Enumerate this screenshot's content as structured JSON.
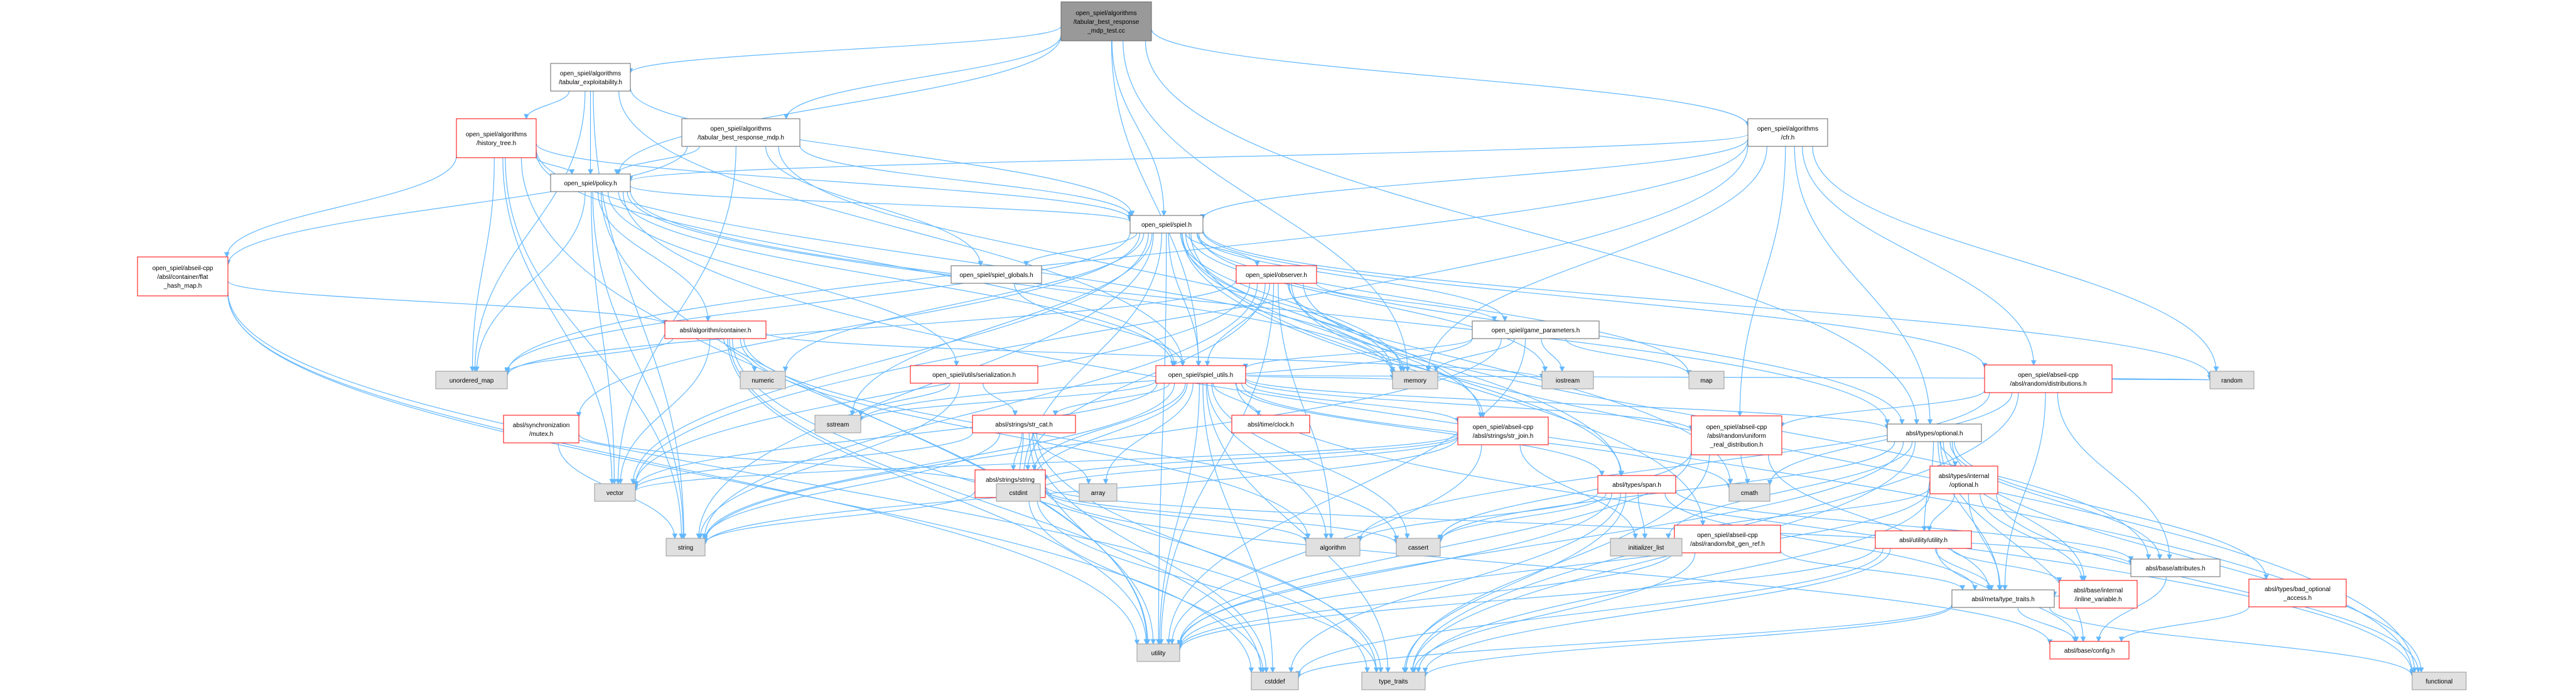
{
  "colors": {
    "edge": "#63b8ff",
    "root_fill": "#999999",
    "default_fill": "#ffffff",
    "default_stroke": "#666666",
    "incomplete_stroke": "#ff0000",
    "system_fill": "#e0e0e0",
    "system_stroke": "#999999",
    "text": "#000000"
  },
  "nodes": [
    {
      "id": "root",
      "kind": "root",
      "lines": [
        "open_spiel/algorithms",
        "/tabular_best_response",
        "_mdp_test.cc"
      ]
    },
    {
      "id": "tab_expl",
      "kind": "default",
      "lines": [
        "open_spiel/algorithms",
        "/tabular_exploitability.h"
      ]
    },
    {
      "id": "tab_brmdp",
      "kind": "default",
      "lines": [
        "open_spiel/algorithms",
        "/tabular_best_response_mdp.h"
      ]
    },
    {
      "id": "cfr",
      "kind": "default",
      "lines": [
        "open_spiel/algorithms",
        "/cfr.h"
      ]
    },
    {
      "id": "history_tree",
      "kind": "incomplete",
      "lines": [
        "open_spiel/algorithms",
        "/history_tree.h"
      ]
    },
    {
      "id": "policy",
      "kind": "default",
      "lines": [
        "open_spiel/policy.h"
      ]
    },
    {
      "id": "spiel",
      "kind": "default",
      "lines": [
        "open_spiel/spiel.h"
      ]
    },
    {
      "id": "flat_hash_map",
      "kind": "incomplete",
      "lines": [
        "open_spiel/abseil-cpp",
        "/absl/container/flat",
        "_hash_map.h"
      ]
    },
    {
      "id": "spiel_globals",
      "kind": "default",
      "lines": [
        "open_spiel/spiel_globals.h"
      ]
    },
    {
      "id": "observer",
      "kind": "incomplete",
      "lines": [
        "open_spiel/observer.h"
      ]
    },
    {
      "id": "algo_container",
      "kind": "incomplete",
      "lines": [
        "absl/algorithm/container.h"
      ]
    },
    {
      "id": "game_parameters",
      "kind": "default",
      "lines": [
        "open_spiel/game_parameters.h"
      ]
    },
    {
      "id": "serialization",
      "kind": "incomplete",
      "lines": [
        "open_spiel/utils/serialization.h"
      ]
    },
    {
      "id": "spiel_utils",
      "kind": "incomplete",
      "lines": [
        "open_spiel/spiel_utils.h"
      ]
    },
    {
      "id": "random_dist",
      "kind": "incomplete",
      "lines": [
        "open_spiel/abseil-cpp",
        "/absl/random/distributions.h"
      ]
    },
    {
      "id": "mutex",
      "kind": "incomplete",
      "lines": [
        "absl/synchronization",
        "/mutex.h"
      ]
    },
    {
      "id": "str_cat",
      "kind": "incomplete",
      "lines": [
        "absl/strings/str_cat.h"
      ]
    },
    {
      "id": "time_clock",
      "kind": "incomplete",
      "lines": [
        "absl/time/clock.h"
      ]
    },
    {
      "id": "str_join",
      "kind": "incomplete",
      "lines": [
        "open_spiel/abseil-cpp",
        "/absl/strings/str_join.h"
      ]
    },
    {
      "id": "uniform_real",
      "kind": "incomplete",
      "lines": [
        "open_spiel/abseil-cpp",
        "/absl/random/uniform",
        "_real_distribution.h"
      ]
    },
    {
      "id": "optional",
      "kind": "default",
      "lines": [
        "absl/types/optional.h"
      ]
    },
    {
      "id": "string_view",
      "kind": "incomplete",
      "lines": [
        "absl/strings/string",
        "_view.h"
      ]
    },
    {
      "id": "span",
      "kind": "incomplete",
      "lines": [
        "absl/types/span.h"
      ]
    },
    {
      "id": "internal_optional",
      "kind": "incomplete",
      "lines": [
        "absl/types/internal",
        "/optional.h"
      ]
    },
    {
      "id": "bit_gen_ref",
      "kind": "incomplete",
      "lines": [
        "open_spiel/abseil-cpp",
        "/absl/random/bit_gen_ref.h"
      ]
    },
    {
      "id": "utility_h",
      "kind": "incomplete",
      "lines": [
        "absl/utility/utility.h"
      ]
    },
    {
      "id": "attributes",
      "kind": "default",
      "lines": [
        "absl/base/attributes.h"
      ]
    },
    {
      "id": "type_traits_h",
      "kind": "default",
      "lines": [
        "absl/meta/type_traits.h"
      ]
    },
    {
      "id": "inline_variable",
      "kind": "incomplete",
      "lines": [
        "absl/base/internal",
        "/inline_variable.h"
      ]
    },
    {
      "id": "bad_optional",
      "kind": "incomplete",
      "lines": [
        "absl/types/bad_optional",
        "_access.h"
      ]
    },
    {
      "id": "config",
      "kind": "incomplete",
      "lines": [
        "absl/base/config.h"
      ]
    },
    {
      "id": "s_unordered_map",
      "kind": "system",
      "lines": [
        "unordered_map"
      ]
    },
    {
      "id": "s_numeric",
      "kind": "system",
      "lines": [
        "numeric"
      ]
    },
    {
      "id": "s_memory",
      "kind": "system",
      "lines": [
        "memory"
      ]
    },
    {
      "id": "s_iostream",
      "kind": "system",
      "lines": [
        "iostream"
      ]
    },
    {
      "id": "s_map",
      "kind": "system",
      "lines": [
        "map"
      ]
    },
    {
      "id": "s_random",
      "kind": "system",
      "lines": [
        "random"
      ]
    },
    {
      "id": "s_sstream",
      "kind": "system",
      "lines": [
        "sstream"
      ]
    },
    {
      "id": "s_vector",
      "kind": "system",
      "lines": [
        "vector"
      ]
    },
    {
      "id": "s_cstdint",
      "kind": "system",
      "lines": [
        "cstdint"
      ]
    },
    {
      "id": "s_array",
      "kind": "system",
      "lines": [
        "array"
      ]
    },
    {
      "id": "s_cmath",
      "kind": "system",
      "lines": [
        "cmath"
      ]
    },
    {
      "id": "s_string",
      "kind": "system",
      "lines": [
        "string"
      ]
    },
    {
      "id": "s_algorithm",
      "kind": "system",
      "lines": [
        "algorithm"
      ]
    },
    {
      "id": "s_cassert",
      "kind": "system",
      "lines": [
        "cassert"
      ]
    },
    {
      "id": "s_initializer_list",
      "kind": "system",
      "lines": [
        "initializer_list"
      ]
    },
    {
      "id": "s_utility",
      "kind": "system",
      "lines": [
        "utility"
      ]
    },
    {
      "id": "s_cstddef",
      "kind": "system",
      "lines": [
        "cstddef"
      ]
    },
    {
      "id": "s_type_traits",
      "kind": "system",
      "lines": [
        "type_traits"
      ]
    },
    {
      "id": "s_functional",
      "kind": "system",
      "lines": [
        "functional"
      ]
    }
  ],
  "edges": [
    [
      "root",
      "tab_expl"
    ],
    [
      "root",
      "tab_brmdp"
    ],
    [
      "root",
      "cfr"
    ],
    [
      "root",
      "policy"
    ],
    [
      "root",
      "spiel"
    ],
    [
      "root",
      "spiel_utils"
    ],
    [
      "root",
      "optional"
    ],
    [
      "root",
      "s_memory"
    ],
    [
      "tab_expl",
      "history_tree"
    ],
    [
      "tab_expl",
      "policy"
    ],
    [
      "tab_expl",
      "spiel"
    ],
    [
      "tab_expl",
      "spiel_utils"
    ],
    [
      "tab_expl",
      "s_unordered_map"
    ],
    [
      "tab_expl",
      "s_string"
    ],
    [
      "tab_brmdp",
      "flat_hash_map"
    ],
    [
      "tab_brmdp",
      "policy"
    ],
    [
      "tab_brmdp",
      "spiel"
    ],
    [
      "tab_brmdp",
      "spiel_globals"
    ],
    [
      "tab_brmdp",
      "s_memory"
    ],
    [
      "tab_brmdp",
      "s_vector"
    ],
    [
      "cfr",
      "policy"
    ],
    [
      "cfr",
      "spiel"
    ],
    [
      "cfr",
      "random_dist"
    ],
    [
      "cfr",
      "optional"
    ],
    [
      "cfr",
      "s_memory"
    ],
    [
      "cfr",
      "s_random"
    ],
    [
      "cfr",
      "s_vector"
    ],
    [
      "cfr",
      "s_unordered_map"
    ],
    [
      "cfr",
      "uniform_real"
    ],
    [
      "history_tree",
      "flat_hash_map"
    ],
    [
      "history_tree",
      "policy"
    ],
    [
      "history_tree",
      "spiel"
    ],
    [
      "history_tree",
      "spiel_utils"
    ],
    [
      "history_tree",
      "s_memory"
    ],
    [
      "history_tree",
      "s_string"
    ],
    [
      "history_tree",
      "s_utility"
    ],
    [
      "history_tree",
      "s_vector"
    ],
    [
      "history_tree",
      "s_unordered_map"
    ],
    [
      "policy",
      "algo_container"
    ],
    [
      "policy",
      "spiel"
    ],
    [
      "policy",
      "spiel_utils"
    ],
    [
      "policy",
      "serialization"
    ],
    [
      "policy",
      "optional"
    ],
    [
      "policy",
      "s_memory"
    ],
    [
      "policy",
      "s_string"
    ],
    [
      "policy",
      "s_unordered_map"
    ],
    [
      "policy",
      "s_utility"
    ],
    [
      "policy",
      "s_vector"
    ],
    [
      "policy",
      "s_functional"
    ],
    [
      "spiel",
      "spiel_globals"
    ],
    [
      "spiel",
      "observer"
    ],
    [
      "spiel",
      "game_parameters"
    ],
    [
      "spiel",
      "spiel_utils"
    ],
    [
      "spiel",
      "random_dist"
    ],
    [
      "spiel",
      "optional"
    ],
    [
      "spiel",
      "str_join"
    ],
    [
      "spiel",
      "span"
    ],
    [
      "spiel",
      "bit_gen_ref"
    ],
    [
      "spiel",
      "mutex"
    ],
    [
      "spiel",
      "s_memory"
    ],
    [
      "spiel",
      "s_iostream"
    ],
    [
      "spiel",
      "s_map"
    ],
    [
      "spiel",
      "s_random"
    ],
    [
      "spiel",
      "s_sstream"
    ],
    [
      "spiel",
      "s_vector"
    ],
    [
      "spiel",
      "s_string"
    ],
    [
      "spiel",
      "s_unordered_map"
    ],
    [
      "spiel",
      "s_numeric"
    ],
    [
      "spiel",
      "s_cstdint"
    ],
    [
      "spiel",
      "s_functional"
    ],
    [
      "spiel",
      "s_utility"
    ],
    [
      "spiel",
      "s_cmath"
    ],
    [
      "flat_hash_map",
      "algo_container"
    ],
    [
      "flat_hash_map",
      "s_cstddef"
    ],
    [
      "flat_hash_map",
      "s_type_traits"
    ],
    [
      "flat_hash_map",
      "s_utility"
    ],
    [
      "spiel_globals",
      "spiel_utils"
    ],
    [
      "observer",
      "game_parameters"
    ],
    [
      "observer",
      "spiel_utils"
    ],
    [
      "observer",
      "span"
    ],
    [
      "observer",
      "string_view"
    ],
    [
      "observer",
      "str_join"
    ],
    [
      "observer",
      "s_memory"
    ],
    [
      "observer",
      "s_string"
    ],
    [
      "observer",
      "s_vector"
    ],
    [
      "observer",
      "s_utility"
    ],
    [
      "observer",
      "s_unordered_map"
    ],
    [
      "observer",
      "s_algorithm"
    ],
    [
      "observer",
      "attributes"
    ],
    [
      "algo_container",
      "s_algorithm"
    ],
    [
      "algo_container",
      "s_cassert"
    ],
    [
      "algo_container",
      "s_iostream"
    ],
    [
      "algo_container",
      "s_type_traits"
    ],
    [
      "algo_container",
      "s_unordered_map"
    ],
    [
      "algo_container",
      "s_numeric"
    ],
    [
      "algo_container",
      "s_vector"
    ],
    [
      "algo_container",
      "s_utility"
    ],
    [
      "algo_container",
      "s_cstddef"
    ],
    [
      "game_parameters",
      "spiel_utils"
    ],
    [
      "game_parameters",
      "s_map"
    ],
    [
      "game_parameters",
      "s_memory"
    ],
    [
      "game_parameters",
      "s_iostream"
    ],
    [
      "game_parameters",
      "s_string"
    ],
    [
      "game_parameters",
      "s_sstream"
    ],
    [
      "game_parameters",
      "s_utility"
    ],
    [
      "serialization",
      "str_cat"
    ],
    [
      "serialization",
      "s_sstream"
    ],
    [
      "serialization",
      "s_string"
    ],
    [
      "spiel_utils",
      "str_cat"
    ],
    [
      "spiel_utils",
      "str_join"
    ],
    [
      "spiel_utils",
      "string_view"
    ],
    [
      "spiel_utils",
      "optional"
    ],
    [
      "spiel_utils",
      "span"
    ],
    [
      "spiel_utils",
      "time_clock"
    ],
    [
      "spiel_utils",
      "uniform_real"
    ],
    [
      "spiel_utils",
      "s_vector"
    ],
    [
      "spiel_utils",
      "s_cstdint"
    ],
    [
      "spiel_utils",
      "s_array"
    ],
    [
      "spiel_utils",
      "s_cmath"
    ],
    [
      "spiel_utils",
      "s_string"
    ],
    [
      "spiel_utils",
      "s_algorithm"
    ],
    [
      "spiel_utils",
      "s_cassert"
    ],
    [
      "spiel_utils",
      "s_utility"
    ],
    [
      "spiel_utils",
      "s_type_traits"
    ],
    [
      "spiel_utils",
      "s_functional"
    ],
    [
      "spiel_utils",
      "s_random"
    ],
    [
      "spiel_utils",
      "s_memory"
    ],
    [
      "spiel_utils",
      "s_sstream"
    ],
    [
      "spiel_utils",
      "s_cstddef"
    ],
    [
      "random_dist",
      "uniform_real"
    ],
    [
      "random_dist",
      "s_random"
    ],
    [
      "random_dist",
      "s_type_traits"
    ],
    [
      "random_dist",
      "s_cmath"
    ],
    [
      "random_dist",
      "s_algorithm"
    ],
    [
      "random_dist",
      "type_traits_h"
    ],
    [
      "random_dist",
      "attributes"
    ],
    [
      "mutex",
      "s_cstdint"
    ],
    [
      "mutex",
      "s_string"
    ],
    [
      "str_cat",
      "string_view"
    ],
    [
      "str_cat",
      "s_array"
    ],
    [
      "str_cat",
      "s_cstdint"
    ],
    [
      "str_cat",
      "s_string"
    ],
    [
      "str_cat",
      "s_type_traits"
    ],
    [
      "str_cat",
      "s_utility"
    ],
    [
      "str_cat",
      "s_vector"
    ],
    [
      "str_cat",
      "s_cstddef"
    ],
    [
      "str_join",
      "string_view"
    ],
    [
      "str_join",
      "s_string"
    ],
    [
      "str_join",
      "s_vector"
    ],
    [
      "str_join",
      "s_utility"
    ],
    [
      "str_join",
      "s_initializer_list"
    ],
    [
      "str_join",
      "s_cstdint"
    ],
    [
      "uniform_real",
      "s_cmath"
    ],
    [
      "uniform_real",
      "s_type_traits"
    ],
    [
      "uniform_real",
      "s_cassert"
    ],
    [
      "uniform_real",
      "s_utility"
    ],
    [
      "uniform_real",
      "type_traits_h"
    ],
    [
      "optional",
      "internal_optional"
    ],
    [
      "optional",
      "bad_optional"
    ],
    [
      "optional",
      "utility_h"
    ],
    [
      "optional",
      "attributes"
    ],
    [
      "optional",
      "type_traits_h"
    ],
    [
      "optional",
      "inline_variable"
    ],
    [
      "optional",
      "config"
    ],
    [
      "optional",
      "s_utility"
    ],
    [
      "optional",
      "s_type_traits"
    ],
    [
      "optional",
      "s_functional"
    ],
    [
      "optional",
      "s_initializer_list"
    ],
    [
      "optional",
      "s_cassert"
    ],
    [
      "string_view",
      "s_string"
    ],
    [
      "string_view",
      "s_algorithm"
    ],
    [
      "string_view",
      "s_cassert"
    ],
    [
      "string_view",
      "s_cstddef"
    ],
    [
      "string_view",
      "s_type_traits"
    ],
    [
      "string_view",
      "attributes"
    ],
    [
      "string_view",
      "config"
    ],
    [
      "span",
      "s_algorithm"
    ],
    [
      "span",
      "s_cassert"
    ],
    [
      "span",
      "s_cstddef"
    ],
    [
      "span",
      "s_initializer_list"
    ],
    [
      "span",
      "s_type_traits"
    ],
    [
      "span",
      "s_utility"
    ],
    [
      "span",
      "attributes"
    ],
    [
      "span",
      "type_traits_h"
    ],
    [
      "internal_optional",
      "utility_h"
    ],
    [
      "internal_optional",
      "type_traits_h"
    ],
    [
      "internal_optional",
      "inline_variable"
    ],
    [
      "internal_optional",
      "s_functional"
    ],
    [
      "internal_optional",
      "s_utility"
    ],
    [
      "internal_optional",
      "s_type_traits"
    ],
    [
      "internal_optional",
      "s_initializer_list"
    ],
    [
      "bit_gen_ref",
      "type_traits_h"
    ],
    [
      "bit_gen_ref",
      "s_type_traits"
    ],
    [
      "bit_gen_ref",
      "s_utility"
    ],
    [
      "utility_h",
      "type_traits_h"
    ],
    [
      "utility_h",
      "inline_variable"
    ],
    [
      "utility_h",
      "s_utility"
    ],
    [
      "utility_h",
      "s_cstddef"
    ],
    [
      "utility_h",
      "s_type_traits"
    ],
    [
      "utility_h",
      "config"
    ],
    [
      "attributes",
      "config"
    ],
    [
      "type_traits_h",
      "config"
    ],
    [
      "type_traits_h",
      "s_cstddef"
    ],
    [
      "type_traits_h",
      "s_functional"
    ],
    [
      "type_traits_h",
      "s_type_traits"
    ],
    [
      "inline_variable",
      "type_traits_h"
    ],
    [
      "bad_optional",
      "config"
    ]
  ]
}
